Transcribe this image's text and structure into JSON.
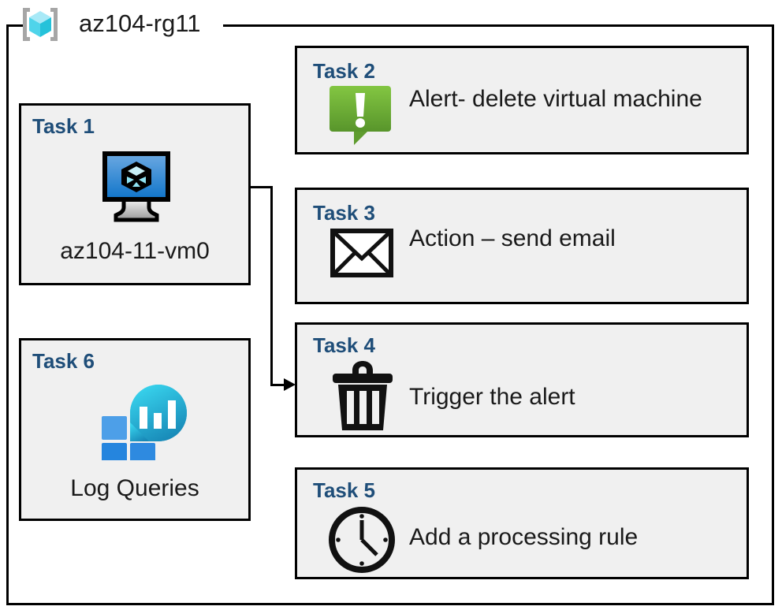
{
  "resource_group": {
    "title": "az104-rg11",
    "icon": "azure-resource-group-icon"
  },
  "colors": {
    "card_background": "#f0f0f0",
    "card_border": "#000000",
    "task_title": "#1f4e79",
    "label_text": "#1a1a1a",
    "rg_cube_top": "#a8e9f7",
    "rg_cube_left": "#4fd4ea",
    "rg_cube_right": "#25c2da",
    "rg_bracket": "#a6a6a6",
    "vm_screen_top": "#5ea0dd",
    "vm_screen_bottom": "#1577cb",
    "alert_green_top": "#7fc242",
    "alert_green_bottom": "#5b9a2d",
    "log_square_light": "#4d9fe8",
    "log_square_dark": "#2585de",
    "log_drop_top": "#33d2ea",
    "log_drop_bottom": "#1b8fbe"
  },
  "cards": [
    {
      "id": "task1",
      "title": "Task 1",
      "label": "az104-11-vm0",
      "icon": "virtual-machine-icon"
    },
    {
      "id": "task2",
      "title": "Task 2",
      "label": "Alert- delete virtual machine",
      "icon": "alert-exclamation-icon"
    },
    {
      "id": "task3",
      "title": "Task 3",
      "label": "Action – send email",
      "icon": "envelope-icon"
    },
    {
      "id": "task4",
      "title": "Task 4",
      "label": "Trigger the alert",
      "icon": "trash-can-icon"
    },
    {
      "id": "task5",
      "title": "Task 5",
      "label": "Add a processing rule",
      "icon": "clock-icon"
    },
    {
      "id": "task6",
      "title": "Task 6",
      "label": "Log Queries",
      "icon": "log-analytics-icon"
    }
  ],
  "connector": {
    "from": "task1-virtual-machine-icon",
    "to": "task4-card",
    "arrow": "arrowhead-right"
  }
}
